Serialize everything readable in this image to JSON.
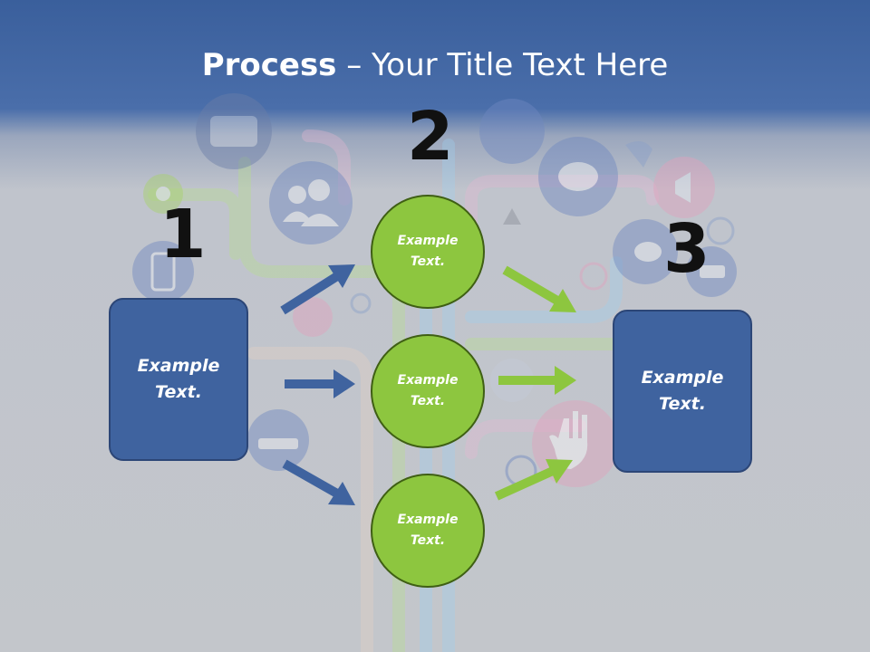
{
  "title": {
    "bold": "Process",
    "rest": " – Your Title Text Here"
  },
  "steps": {
    "n1": "1",
    "n2": "2",
    "n3": "3"
  },
  "left_box": {
    "line1": "Example",
    "line2": "Text."
  },
  "right_box": {
    "line1": "Example",
    "line2": "Text."
  },
  "circles": [
    {
      "line1": "Example",
      "line2": "Text."
    },
    {
      "line1": "Example",
      "line2": "Text."
    },
    {
      "line1": "Example",
      "line2": "Text."
    }
  ],
  "colors": {
    "box": "#3f639f",
    "circle": "#8dc63f",
    "blue_arrow": "#3f639f",
    "green_arrow": "#8dc63f"
  },
  "background_icons": [
    "camera-icon",
    "users-icon",
    "phone-icon",
    "chat-icon",
    "megaphone-icon",
    "bird-icon",
    "hand-icon",
    "wifi-router-icon",
    "mouse-icon",
    "globe-icon",
    "gear-icon",
    "usb-icon"
  ]
}
